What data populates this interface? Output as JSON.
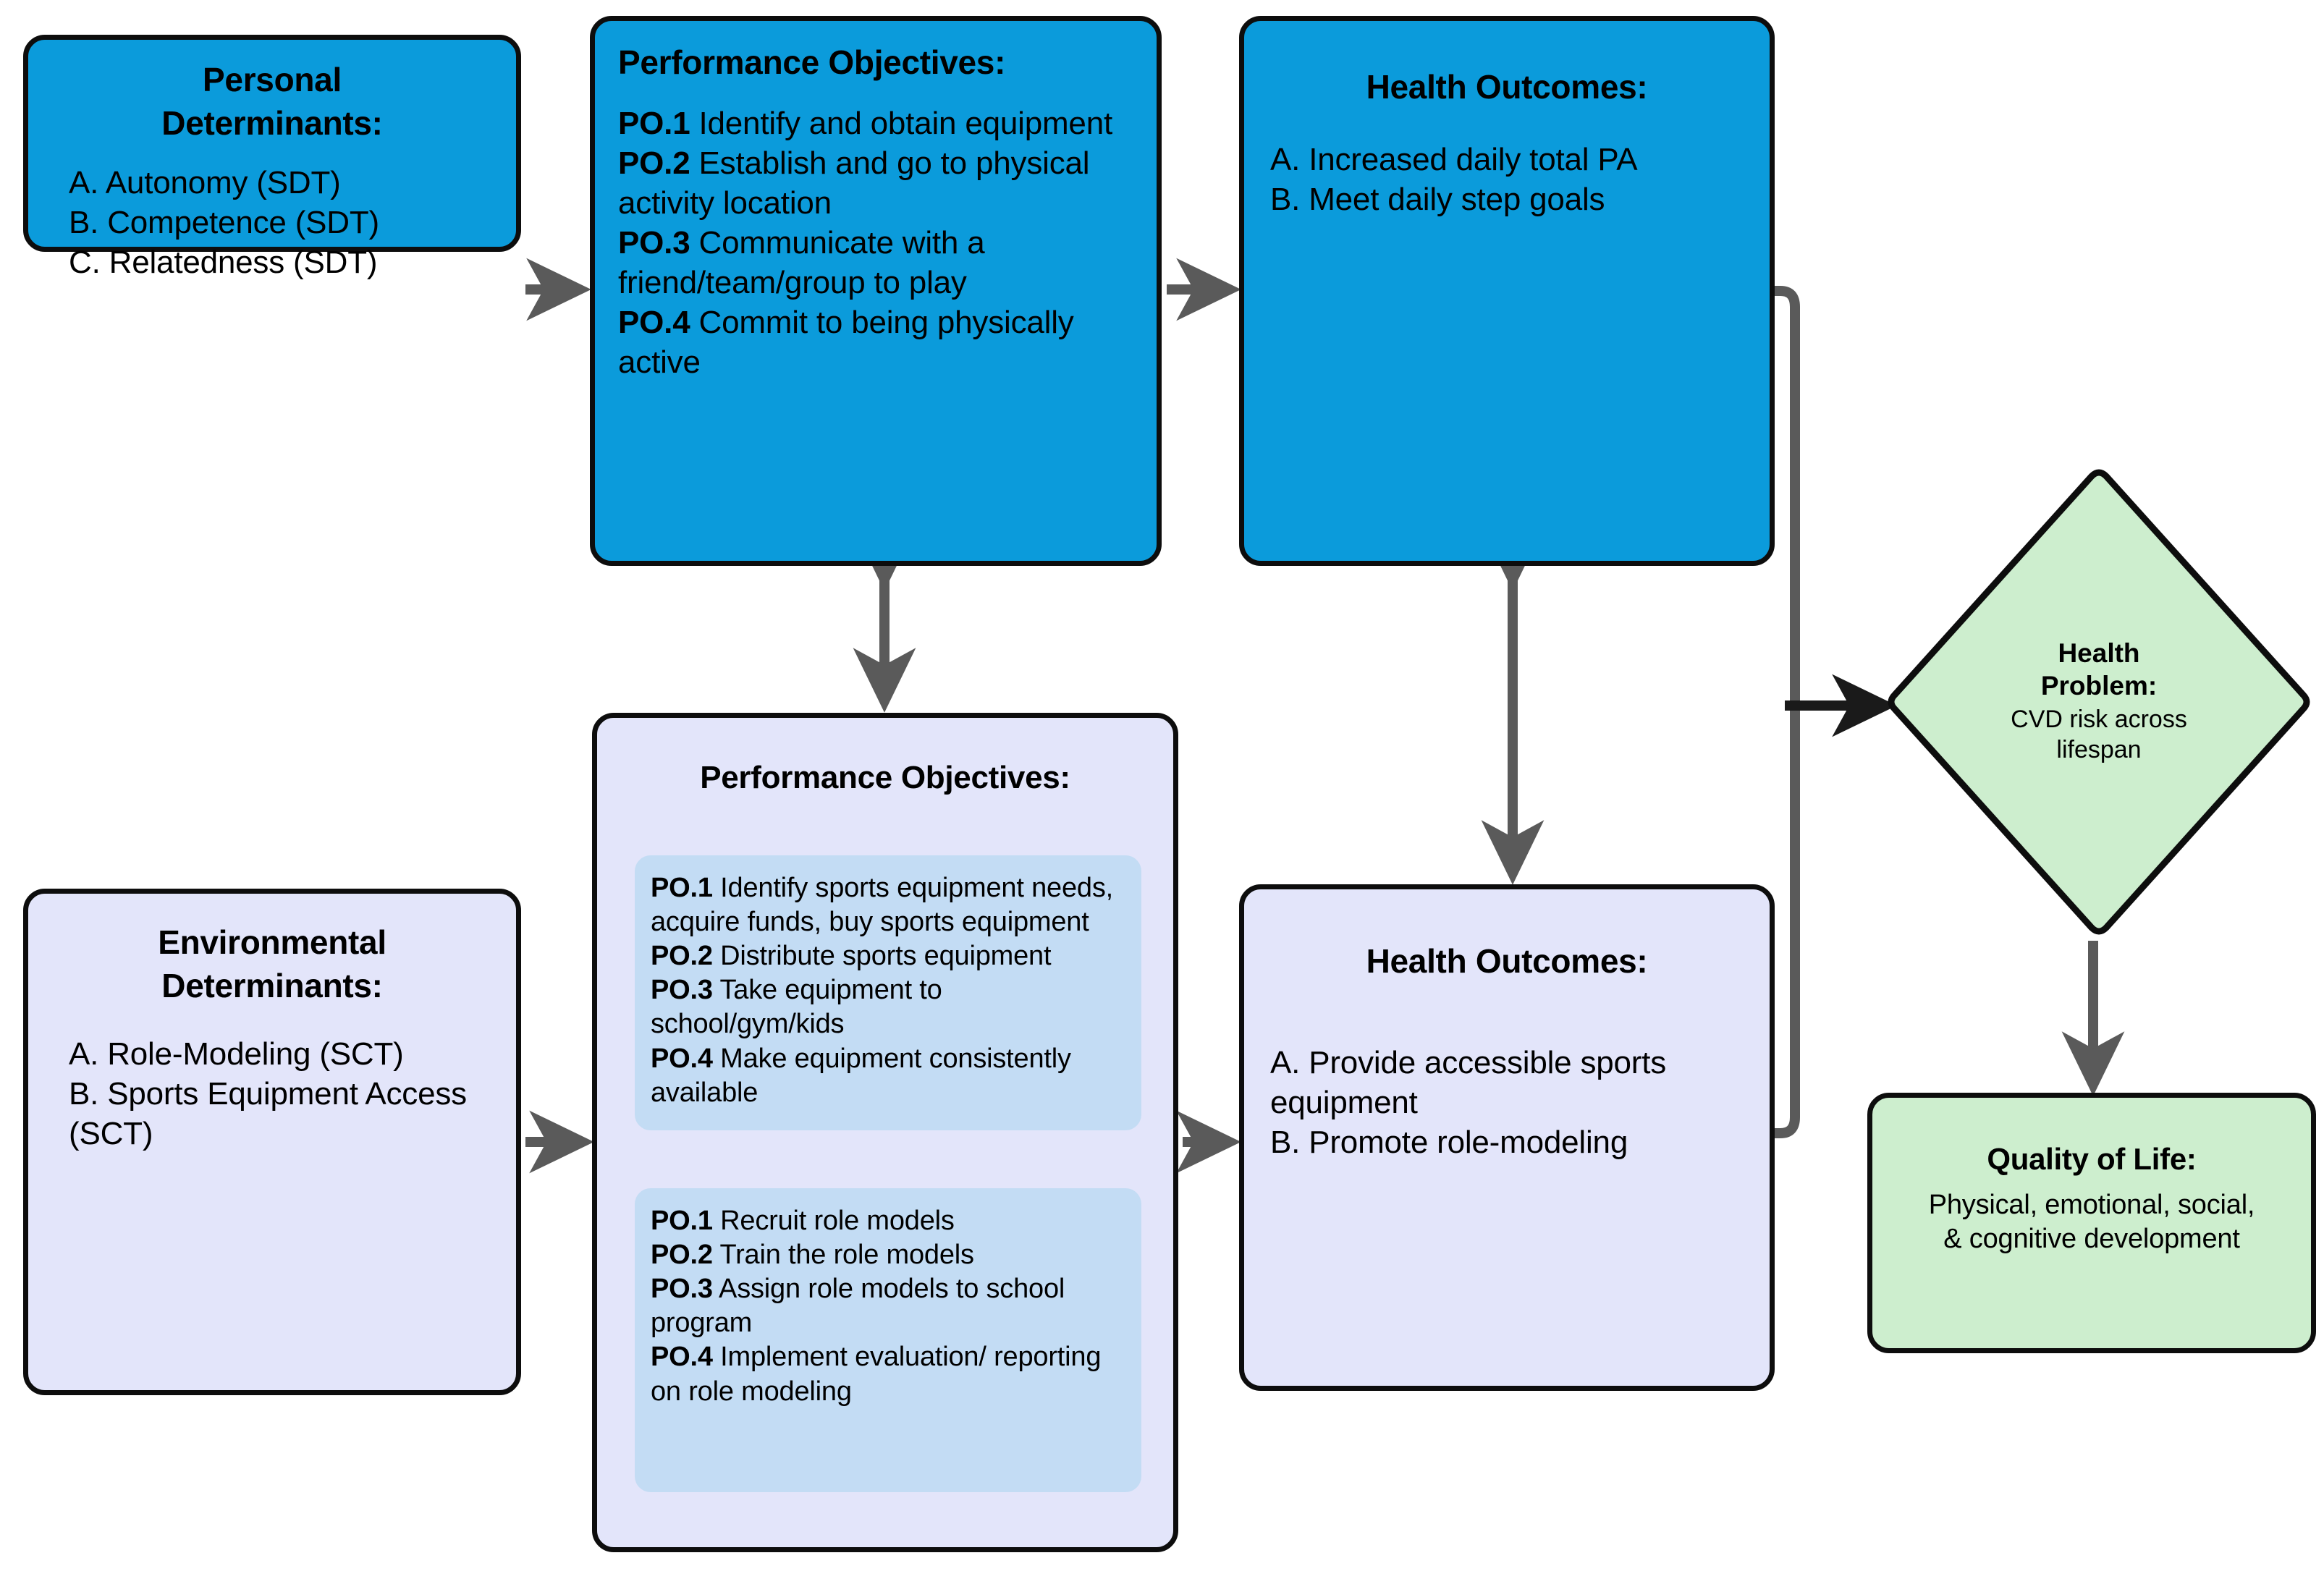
{
  "colors": {
    "blue_fill": "#0b9bdb",
    "lavender_fill": "#e3e5fa",
    "green_fill": "#cdeece",
    "sub_card_fill": "#c3dcf4",
    "border": "#0d0d0d",
    "arrow": "#5a5a5a",
    "background": "#ffffff"
  },
  "personal_determinants": {
    "title": "Personal\nDeterminants:",
    "items": "A. Autonomy (SDT)\nB. Competence (SDT)\nC. Relatedness (SDT)"
  },
  "po_personal": {
    "title": "Performance Objectives:",
    "objectives": [
      {
        "label": "PO.1",
        "text": " Identify and obtain equipment"
      },
      {
        "label": "PO.2",
        "text": " Establish and go to physical activity location"
      },
      {
        "label": "PO.3",
        "text": " Communicate with a friend/team/group to play"
      },
      {
        "label": "PO.4",
        "text": " Commit to being physically active"
      }
    ]
  },
  "ho_personal": {
    "title": "Health Outcomes:",
    "items": "A. Increased daily total PA\nB. Meet daily step goals"
  },
  "environmental_determinants": {
    "title": "Environmental\nDeterminants:",
    "items": "A. Role-Modeling (SCT)\nB. Sports Equipment Access (SCT)"
  },
  "po_environmental": {
    "title": "Performance Objectives:",
    "card_equipment": [
      {
        "label": "PO.1",
        "text": " Identify sports equipment needs, acquire funds, buy sports equipment"
      },
      {
        "label": "PO.2",
        "text": " Distribute sports equipment"
      },
      {
        "label": "PO.3",
        "text": " Take equipment to school/gym/kids"
      },
      {
        "label": "PO.4",
        "text": " Make equipment consistently available"
      }
    ],
    "card_role_models": [
      {
        "label": "PO.1",
        "text": " Recruit role models"
      },
      {
        "label": "PO.2",
        "text": " Train the role models"
      },
      {
        "label": "PO.3",
        "text": " Assign role models to school program"
      },
      {
        "label": "PO.4",
        "text": " Implement evaluation/ reporting on role modeling"
      }
    ]
  },
  "ho_environmental": {
    "title": "Health Outcomes:",
    "items": "A. Provide accessible sports equipment\nB. Promote role-modeling"
  },
  "health_problem": {
    "title": "Health\nProblem:",
    "subtitle": "CVD risk across\nlifespan"
  },
  "quality_of_life": {
    "title": "Quality of Life:",
    "subtitle": "Physical, emotional, social,\n& cognitive development"
  },
  "connectors": [
    {
      "name": "personal-determinants-to-po",
      "type": "arrow-right"
    },
    {
      "name": "po-personal-to-ho-personal",
      "type": "arrow-right"
    },
    {
      "name": "po-personal-to-po-environmental",
      "type": "double-arrow-vertical"
    },
    {
      "name": "ho-personal-to-ho-environmental",
      "type": "double-arrow-vertical"
    },
    {
      "name": "environmental-determinants-to-po",
      "type": "arrow-right"
    },
    {
      "name": "po-environmental-to-ho-environmental",
      "type": "arrow-right"
    },
    {
      "name": "ho-personal-to-health-problem",
      "type": "elbow-arrow"
    },
    {
      "name": "ho-environmental-to-health-problem",
      "type": "elbow-arrow"
    },
    {
      "name": "health-problem-to-quality-of-life",
      "type": "arrow-down"
    }
  ]
}
